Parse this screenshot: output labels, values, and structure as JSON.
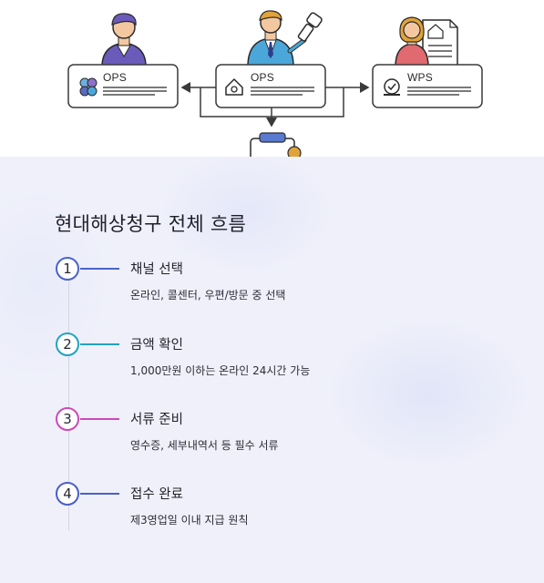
{
  "colors": {
    "panel_background": "#eff0fa",
    "step_1": "#4a63c9",
    "step_2": "#22a3c0",
    "step_3": "#cc49b8",
    "step_4": "#4a5ec9",
    "card_border": "#3a3a3a"
  },
  "diagram": {
    "cards": [
      {
        "label": "OPS",
        "icon": "network-nodes-icon"
      },
      {
        "label": "OPS",
        "icon": "house-icon"
      },
      {
        "label": "WPS",
        "icon": "gauge-icon"
      }
    ],
    "figures": [
      "person-icon",
      "person-with-key-icon",
      "person-with-document-icon",
      "clipboard-icon"
    ]
  },
  "panel": {
    "title": "현대해상청구 전체 흐름",
    "steps": [
      {
        "number": "1",
        "title": "채널 선택",
        "description": "온라인, 콜센터, 우편/방문 중 선택"
      },
      {
        "number": "2",
        "title": "금액 확인",
        "description": "1,000만원 이하는 온라인 24시간 가능"
      },
      {
        "number": "3",
        "title": "서류 준비",
        "description": "영수증, 세부내역서 등 필수 서류"
      },
      {
        "number": "4",
        "title": "접수 완료",
        "description": "제3영업일 이내 지급 원칙"
      }
    ]
  }
}
